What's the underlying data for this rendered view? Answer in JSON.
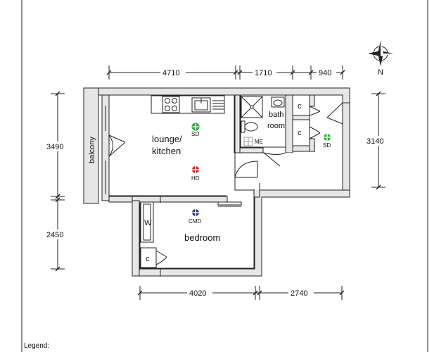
{
  "dimensions": {
    "top": [
      "4710",
      "1710",
      "940"
    ],
    "left": [
      "3490",
      "2450"
    ],
    "right": "3140",
    "bottom": [
      "4020",
      "2740"
    ]
  },
  "rooms": {
    "lounge": [
      "lounge/",
      "kitchen"
    ],
    "bath": [
      "bath",
      "room"
    ],
    "bedroom": "bedroom",
    "balcony": "balcony",
    "closet": "c",
    "wardrobe": "W"
  },
  "symbols": {
    "smoke_detector": "SD",
    "heat_detector": "HD",
    "carbon_monoxide_detector": "CMD",
    "meter": "ME"
  },
  "compass": {
    "north": "N"
  },
  "legend": {
    "label": "Legend:"
  },
  "colors": {
    "wall_fill": "#e6e6e6",
    "line": "#222222",
    "sd": "#2eaa3c",
    "hd": "#cc2222",
    "cmd": "#223a8a"
  }
}
